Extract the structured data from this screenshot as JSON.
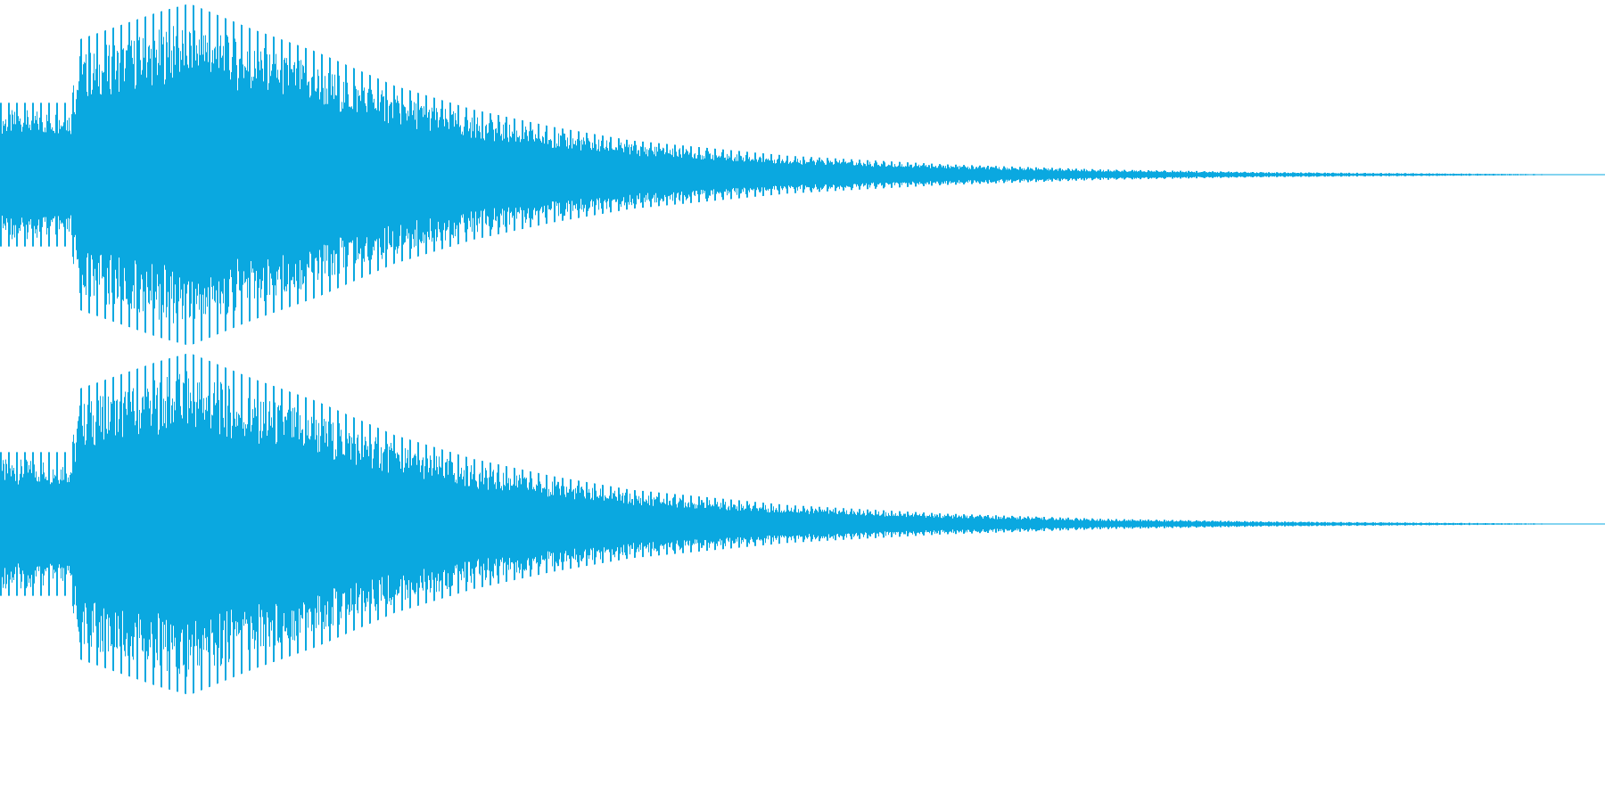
{
  "colors": {
    "waveform": "#0aa8e0",
    "background": "#ffffff"
  },
  "chart_data": {
    "type": "line",
    "channels": 2,
    "channel_names": [],
    "title": "",
    "xlabel": "",
    "ylabel": "",
    "ylim": [
      -1,
      1
    ],
    "grid": false,
    "legend": "none",
    "x": [
      0,
      0.045,
      0.05,
      0.1,
      0.12,
      0.16,
      0.2,
      0.25,
      0.3,
      0.35,
      0.4,
      0.5,
      0.6,
      0.7,
      0.8,
      0.9,
      0.98,
      1.0
    ],
    "series": [
      {
        "values": [
          0.42,
          0.42,
          0.79,
          0.95,
          1.0,
          0.85,
          0.72,
          0.52,
          0.38,
          0.28,
          0.2,
          0.11,
          0.06,
          0.03,
          0.015,
          0.008,
          0.003,
          0.0
        ]
      },
      {
        "values": [
          0.42,
          0.42,
          0.79,
          0.95,
          1.0,
          0.85,
          0.72,
          0.52,
          0.38,
          0.28,
          0.2,
          0.11,
          0.06,
          0.03,
          0.015,
          0.008,
          0.003,
          0.0
        ]
      }
    ]
  }
}
